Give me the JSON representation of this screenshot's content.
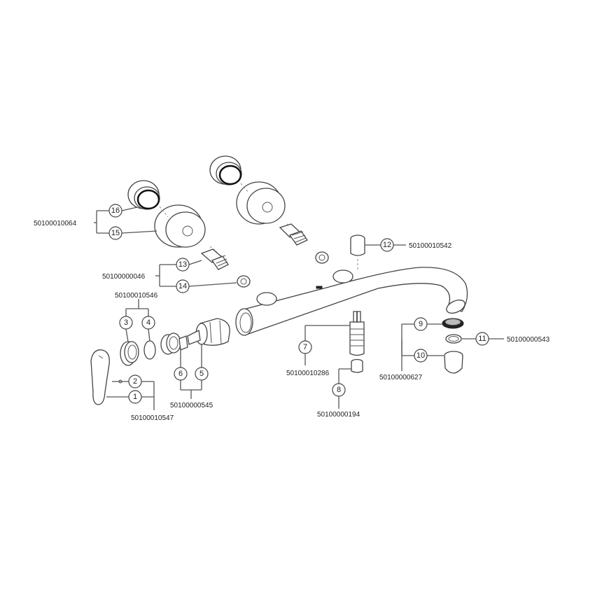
{
  "callouts": [
    {
      "id": "c1",
      "number": "1"
    },
    {
      "id": "c2",
      "number": "2"
    },
    {
      "id": "c3",
      "number": "3"
    },
    {
      "id": "c4",
      "number": "4"
    },
    {
      "id": "c5",
      "number": "5"
    },
    {
      "id": "c6",
      "number": "6"
    },
    {
      "id": "c7",
      "number": "7"
    },
    {
      "id": "c8",
      "number": "8"
    },
    {
      "id": "c9",
      "number": "9"
    },
    {
      "id": "c10",
      "number": "10"
    },
    {
      "id": "c11",
      "number": "11"
    },
    {
      "id": "c12",
      "number": "12"
    },
    {
      "id": "c13",
      "number": "13"
    },
    {
      "id": "c14",
      "number": "14"
    },
    {
      "id": "c15",
      "number": "15"
    },
    {
      "id": "c16",
      "number": "16"
    }
  ],
  "part_codes": {
    "c15_16": "50100010064",
    "c13_14": "50100000046",
    "c3_4": "50100010546",
    "c1_2": "50100010547",
    "c5_6": "50100000545",
    "c7": "50100010286",
    "c8": "50100000194",
    "c9_10": "50100000627",
    "c11": "50100000543",
    "c12": "50100010542"
  }
}
